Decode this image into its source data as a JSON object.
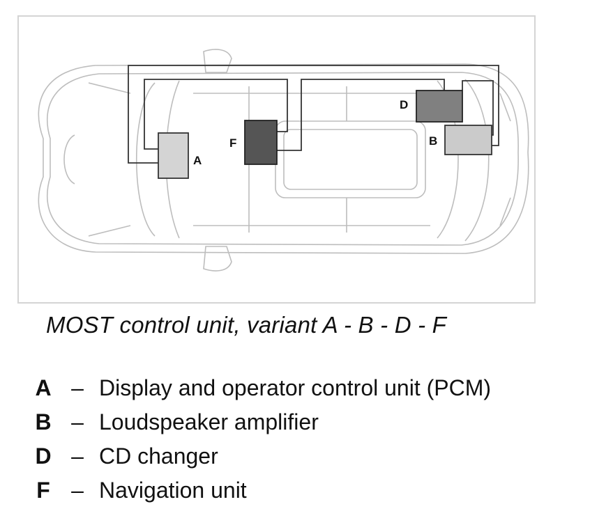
{
  "diagram": {
    "units": [
      {
        "key": "A",
        "fill": "#d4d4d4"
      },
      {
        "key": "F",
        "fill": "#555555"
      },
      {
        "key": "D",
        "fill": "#808080"
      },
      {
        "key": "B",
        "fill": "#cbcbcb"
      }
    ],
    "outline_color": "#bdbdbd",
    "wire_color": "#333333"
  },
  "caption": "MOST control unit, variant A - B - D - F",
  "legend": [
    {
      "key": "A",
      "dash": "–",
      "label": "Display and operator control unit (PCM)"
    },
    {
      "key": "B",
      "dash": "–",
      "label": "Loudspeaker amplifier"
    },
    {
      "key": "D",
      "dash": "–",
      "label": "CD changer"
    },
    {
      "key": "F",
      "dash": "–",
      "label": "Navigation unit"
    }
  ]
}
